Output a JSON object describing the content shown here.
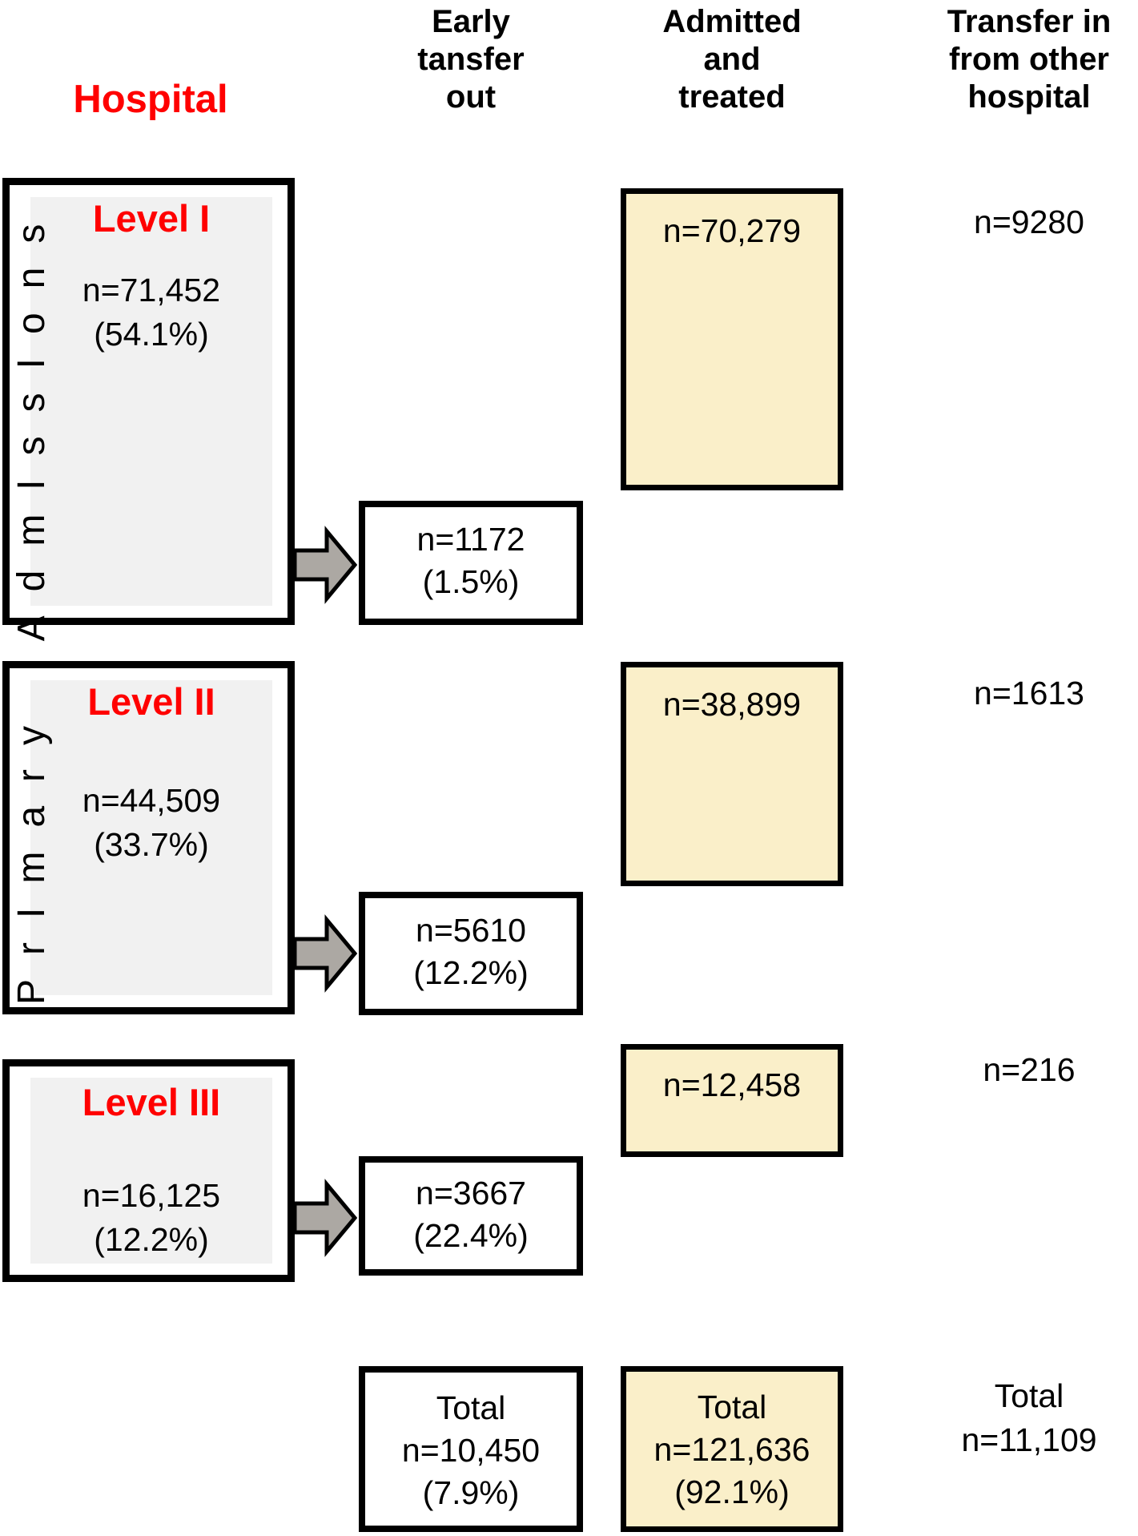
{
  "columns": {
    "hospital": "Hospital",
    "early_transfer_out": [
      "Early",
      "tansfer",
      "out"
    ],
    "admitted_treated": [
      "Admitted",
      "and",
      "treated"
    ],
    "transfer_in": [
      "Transfer in",
      "from other",
      "hospital"
    ]
  },
  "axis": {
    "admissions": "AdmIssIons",
    "primary": "PrImary"
  },
  "levels": [
    {
      "name": "Level I",
      "admissions_n": "n=71,452",
      "admissions_pct": "(54.1%)",
      "transfer_out_n": "n=1172",
      "transfer_out_pct": "(1.5%)",
      "admitted_n": "n=70,279",
      "transfer_in_n": "n=9280"
    },
    {
      "name": "Level II",
      "admissions_n": "n=44,509",
      "admissions_pct": "(33.7%)",
      "transfer_out_n": "n=5610",
      "transfer_out_pct": "(12.2%)",
      "admitted_n": "n=38,899",
      "transfer_in_n": "n=1613"
    },
    {
      "name": "Level III",
      "admissions_n": "n=16,125",
      "admissions_pct": "(12.2%)",
      "transfer_out_n": "n=3667",
      "transfer_out_pct": "(22.4%)",
      "admitted_n": "n=12,458",
      "transfer_in_n": "n=216"
    }
  ],
  "totals": {
    "transfer_out": {
      "label": "Total",
      "n": "n=10,450",
      "pct": "(7.9%)"
    },
    "admitted": {
      "label": "Total",
      "n": "n=121,636",
      "pct": "(92.1%)"
    },
    "transfer_in": {
      "label": "Total",
      "n": "n=11,109"
    }
  },
  "colors": {
    "accent_red": "#ff0000",
    "admitted_box_fill": "#faefc9",
    "hospital_inset_fill": "#f1f1f1",
    "arrow_fill": "#aca8a3",
    "border": "#000000"
  }
}
